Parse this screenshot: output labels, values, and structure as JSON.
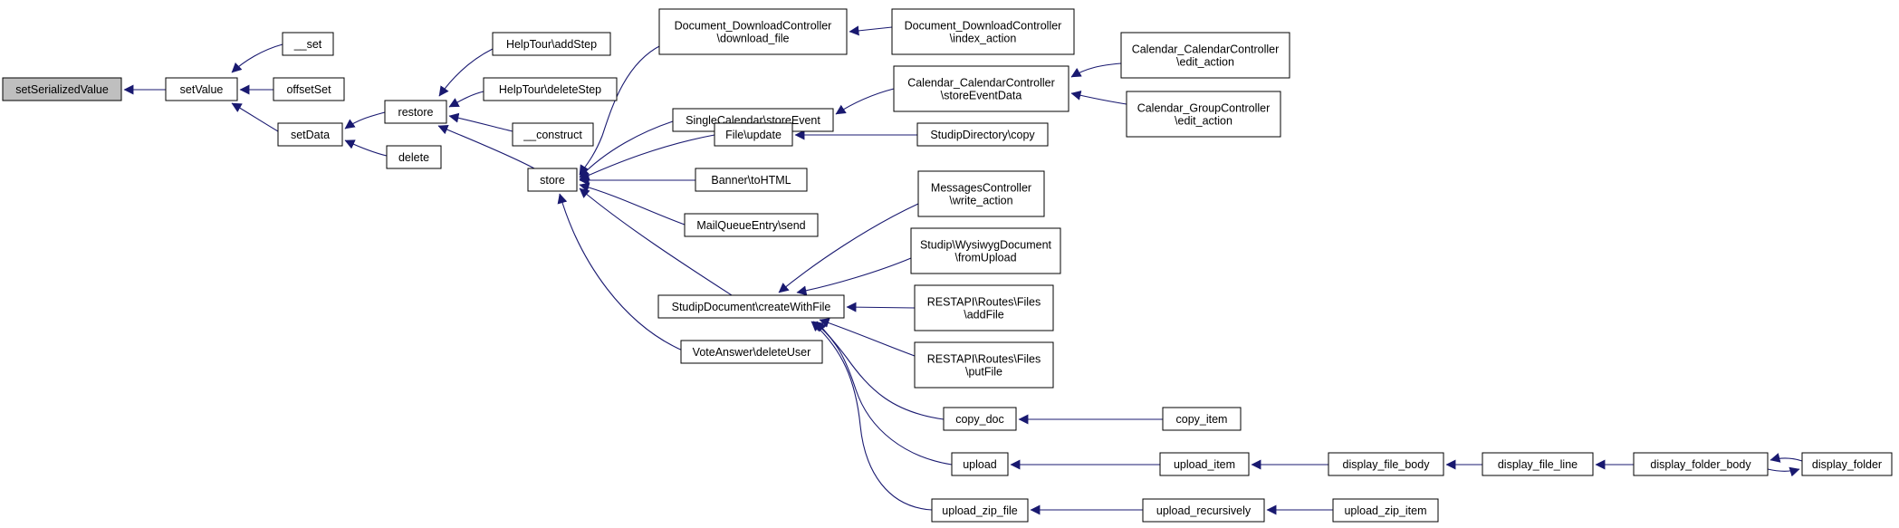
{
  "colors": {
    "edge": "#191970",
    "node_border": "#000000",
    "node_fill": "#ffffff",
    "highlight_fill": "#bfbfbf"
  },
  "nodes": [
    {
      "id": "setSerializedValue",
      "lines": [
        "setSerializedValue"
      ],
      "highlight": true
    },
    {
      "id": "setValue",
      "lines": [
        "setValue"
      ]
    },
    {
      "id": "__set",
      "lines": [
        "__set"
      ]
    },
    {
      "id": "offsetSet",
      "lines": [
        "offsetSet"
      ]
    },
    {
      "id": "setData",
      "lines": [
        "setData"
      ]
    },
    {
      "id": "restore",
      "lines": [
        "restore"
      ]
    },
    {
      "id": "delete",
      "lines": [
        "delete"
      ]
    },
    {
      "id": "HelpTour_addStep",
      "lines": [
        "HelpTour\\addStep"
      ]
    },
    {
      "id": "HelpTour_deleteStep",
      "lines": [
        "HelpTour\\deleteStep"
      ]
    },
    {
      "id": "__construct",
      "lines": [
        "__construct"
      ]
    },
    {
      "id": "store",
      "lines": [
        "store"
      ]
    },
    {
      "id": "DocDL_download",
      "lines": [
        "Document_DownloadController",
        "\\download_file"
      ]
    },
    {
      "id": "DocDL_index",
      "lines": [
        "Document_DownloadController",
        "\\index_action"
      ]
    },
    {
      "id": "SingleCalendar_storeEvent",
      "lines": [
        "SingleCalendar\\storeEvent"
      ]
    },
    {
      "id": "CalCal_storeEventData",
      "lines": [
        "Calendar_CalendarController",
        "\\storeEventData"
      ]
    },
    {
      "id": "CalCal_edit",
      "lines": [
        "Calendar_CalendarController",
        "\\edit_action"
      ]
    },
    {
      "id": "CalGroup_edit",
      "lines": [
        "Calendar_GroupController",
        "\\edit_action"
      ]
    },
    {
      "id": "File_update",
      "lines": [
        "File\\update"
      ]
    },
    {
      "id": "StudipDirectory_copy",
      "lines": [
        "StudipDirectory\\copy"
      ]
    },
    {
      "id": "Banner_toHTML",
      "lines": [
        "Banner\\toHTML"
      ]
    },
    {
      "id": "MailQueueEntry_send",
      "lines": [
        "MailQueueEntry\\send"
      ]
    },
    {
      "id": "StudipDocument_createWithFile",
      "lines": [
        "StudipDocument\\createWithFile"
      ]
    },
    {
      "id": "VoteAnswer_deleteUser",
      "lines": [
        "VoteAnswer\\deleteUser"
      ]
    },
    {
      "id": "Messages_write",
      "lines": [
        "MessagesController",
        "\\write_action"
      ]
    },
    {
      "id": "Wysiwyg_fromUpload",
      "lines": [
        "Studip\\WysiwygDocument",
        "\\fromUpload"
      ]
    },
    {
      "id": "REST_addFile",
      "lines": [
        "RESTAPI\\Routes\\Files",
        "\\addFile"
      ]
    },
    {
      "id": "REST_putFile",
      "lines": [
        "RESTAPI\\Routes\\Files",
        "\\putFile"
      ]
    },
    {
      "id": "copy_doc",
      "lines": [
        "copy_doc"
      ]
    },
    {
      "id": "copy_item",
      "lines": [
        "copy_item"
      ]
    },
    {
      "id": "upload",
      "lines": [
        "upload"
      ]
    },
    {
      "id": "upload_item",
      "lines": [
        "upload_item"
      ]
    },
    {
      "id": "display_file_body",
      "lines": [
        "display_file_body"
      ]
    },
    {
      "id": "display_file_line",
      "lines": [
        "display_file_line"
      ]
    },
    {
      "id": "display_folder_body",
      "lines": [
        "display_folder_body"
      ]
    },
    {
      "id": "display_folder",
      "lines": [
        "display_folder"
      ]
    },
    {
      "id": "upload_zip_file",
      "lines": [
        "upload_zip_file"
      ]
    },
    {
      "id": "upload_recursively",
      "lines": [
        "upload_recursively"
      ]
    },
    {
      "id": "upload_zip_item",
      "lines": [
        "upload_zip_item"
      ]
    }
  ],
  "edges": [
    {
      "from": "setValue",
      "to": "setSerializedValue"
    },
    {
      "from": "__set",
      "to": "setValue"
    },
    {
      "from": "offsetSet",
      "to": "setValue"
    },
    {
      "from": "setData",
      "to": "setValue"
    },
    {
      "from": "restore",
      "to": "setData"
    },
    {
      "from": "delete",
      "to": "setData"
    },
    {
      "from": "HelpTour_addStep",
      "to": "restore"
    },
    {
      "from": "HelpTour_deleteStep",
      "to": "restore"
    },
    {
      "from": "__construct",
      "to": "restore"
    },
    {
      "from": "store",
      "to": "restore"
    },
    {
      "from": "DocDL_download",
      "to": "store"
    },
    {
      "from": "SingleCalendar_storeEvent",
      "to": "store"
    },
    {
      "from": "File_update",
      "to": "store"
    },
    {
      "from": "Banner_toHTML",
      "to": "store"
    },
    {
      "from": "MailQueueEntry_send",
      "to": "store"
    },
    {
      "from": "StudipDocument_createWithFile",
      "to": "store"
    },
    {
      "from": "VoteAnswer_deleteUser",
      "to": "store"
    },
    {
      "from": "DocDL_index",
      "to": "DocDL_download"
    },
    {
      "from": "CalCal_storeEventData",
      "to": "SingleCalendar_storeEvent"
    },
    {
      "from": "CalCal_edit",
      "to": "CalCal_storeEventData"
    },
    {
      "from": "CalGroup_edit",
      "to": "CalCal_storeEventData"
    },
    {
      "from": "StudipDirectory_copy",
      "to": "File_update"
    },
    {
      "from": "Messages_write",
      "to": "StudipDocument_createWithFile"
    },
    {
      "from": "Wysiwyg_fromUpload",
      "to": "StudipDocument_createWithFile"
    },
    {
      "from": "REST_addFile",
      "to": "StudipDocument_createWithFile"
    },
    {
      "from": "REST_putFile",
      "to": "StudipDocument_createWithFile"
    },
    {
      "from": "copy_doc",
      "to": "StudipDocument_createWithFile"
    },
    {
      "from": "upload",
      "to": "StudipDocument_createWithFile"
    },
    {
      "from": "upload_zip_file",
      "to": "StudipDocument_createWithFile"
    },
    {
      "from": "copy_item",
      "to": "copy_doc"
    },
    {
      "from": "upload_item",
      "to": "upload"
    },
    {
      "from": "display_file_body",
      "to": "upload_item"
    },
    {
      "from": "display_file_line",
      "to": "display_file_body"
    },
    {
      "from": "display_folder_body",
      "to": "display_file_line"
    },
    {
      "from": "display_folder",
      "to": "display_folder_body"
    },
    {
      "from": "display_folder_body",
      "to": "display_folder"
    },
    {
      "from": "upload_recursively",
      "to": "upload_zip_file"
    },
    {
      "from": "upload_zip_item",
      "to": "upload_recursively"
    }
  ]
}
